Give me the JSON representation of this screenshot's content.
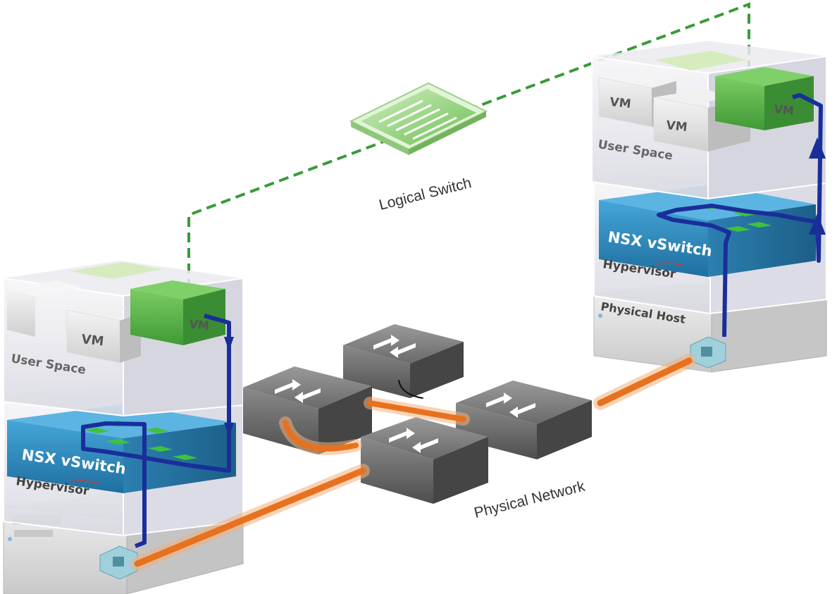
{
  "labels": {
    "logical_switch": "Logical Switch",
    "physical_network": "Physical Network"
  },
  "left_host": {
    "vm_label": "VM",
    "vm_active_label": "VM",
    "user_space": "User Space",
    "vswitch": "NSX vSwitch",
    "hypervisor": "Hypervisor"
  },
  "right_host": {
    "vm_label_1": "VM",
    "vm_label_2": "VM",
    "vm_active_label": "VM",
    "user_space": "User Space",
    "vswitch": "NSX vSwitch",
    "hypervisor": "Hypervisor",
    "physical_host": "Physical Host"
  },
  "colors": {
    "logical_link": "#3a9a3a",
    "traffic_path": "#1a2e9a",
    "physical_link": "#e8711f",
    "vswitch": "#2f8fc4",
    "vm_active": "#5cb84a"
  }
}
